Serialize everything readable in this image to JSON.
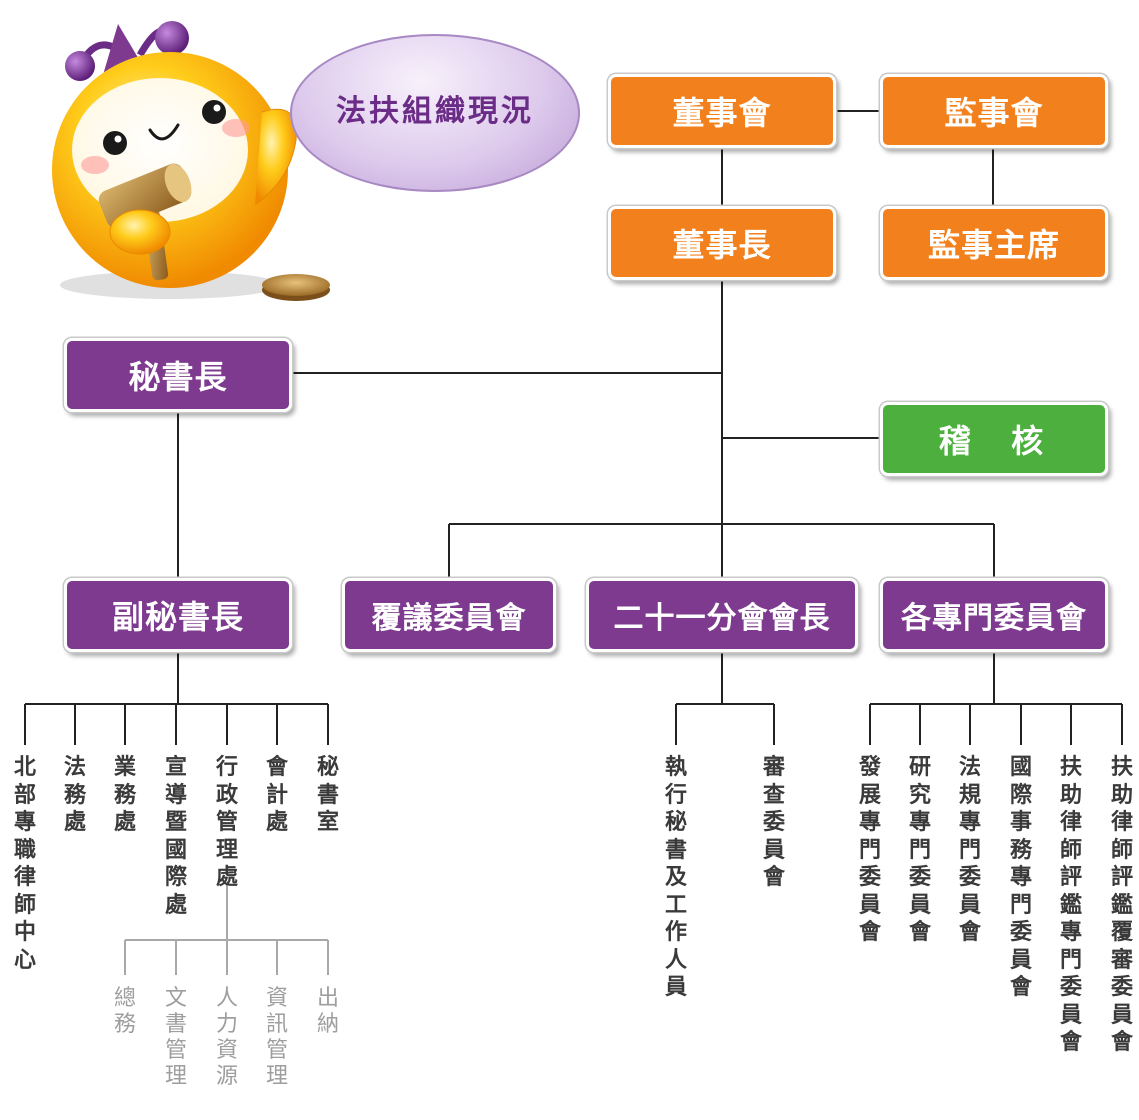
{
  "title": "法扶組織現況",
  "boxes": {
    "board": "董事會",
    "supervisors": "監事會",
    "chairman": "董事長",
    "chief_supervisor": "監事主席",
    "secretary_general": "秘書長",
    "audit": "稽  核",
    "deputy_secretary_general": "副秘書長",
    "review_committee": "覆議委員會",
    "branch_heads": "二十一分會會長",
    "special_committees": "各專門委員會"
  },
  "deputy_units": [
    "北部專職律師中心",
    "法務處",
    "業務處",
    "宣導暨國際處",
    "行政管理處",
    "會計處",
    "秘書室"
  ],
  "admin_subunits": [
    "總務",
    "文書管理",
    "人力資源",
    "資訊管理",
    "出納"
  ],
  "branch_units": [
    "執行秘書及工作人員",
    "審查委員會"
  ],
  "committee_units": [
    "發展專門委員會",
    "研究專門委員會",
    "法規專門委員會",
    "國際事務專門委員會",
    "扶助律師評鑑專門委員會",
    "扶助律師評鑑覆審委員會"
  ],
  "colors": {
    "orange": "#f2811d",
    "purple": "#7d3a8f",
    "green": "#4caf3e",
    "line": "#222222",
    "gray_line": "#a8a8a8",
    "bubble_text": "#6a2c86"
  },
  "icons": [
    "mascot-gavel-character-icon",
    "speech-bubble-icon"
  ]
}
